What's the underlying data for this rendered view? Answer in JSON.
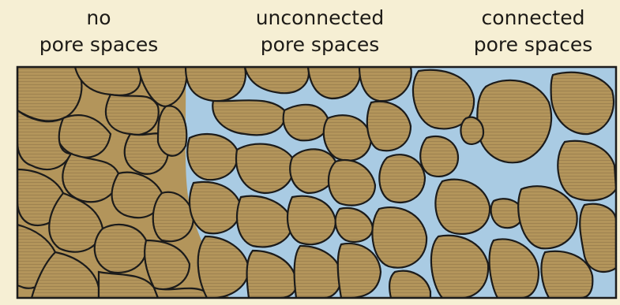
{
  "labels": {
    "no_pores": {
      "line1": "no",
      "line2": "pore spaces"
    },
    "unconnected": {
      "line1": "unconnected",
      "line2": "pore spaces"
    },
    "connected": {
      "line1": "connected",
      "line2": "pore spaces"
    }
  },
  "colors": {
    "background": "#f6efd4",
    "grain": "#b3955b",
    "grain_stripe": "#9e8250",
    "pore_water": "#a9cbe3",
    "outline": "#1b1b1b"
  }
}
